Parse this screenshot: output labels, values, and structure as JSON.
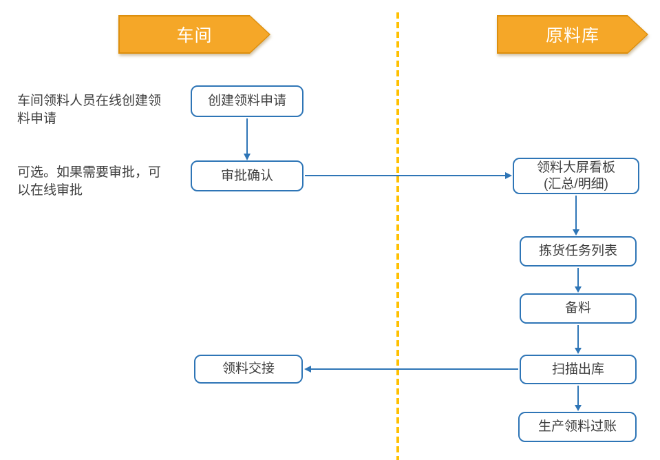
{
  "diagram": {
    "type": "swimlane-flowchart",
    "lanes": {
      "left": {
        "title": "车间"
      },
      "right": {
        "title": "原料库"
      }
    },
    "annotations": {
      "create_note": "车间领料人员在线创建领\n料申请",
      "approval_note": "可选。如果需要审批，可\n以在线审批"
    },
    "nodes": {
      "create_request": "创建领料申请",
      "approval_confirm": "审批确认",
      "material_handover": "领料交接",
      "dashboard": "领料大屏看板\n(汇总/明细)",
      "picking_task_list": "拣货任务列表",
      "material_prep": "备料",
      "scan_outbound": "扫描出库",
      "production_posting": "生产领料过账"
    },
    "connectors": [
      {
        "from": "create_request",
        "to": "approval_confirm"
      },
      {
        "from": "approval_confirm",
        "to": "dashboard"
      },
      {
        "from": "dashboard",
        "to": "picking_task_list"
      },
      {
        "from": "picking_task_list",
        "to": "material_prep"
      },
      {
        "from": "material_prep",
        "to": "scan_outbound"
      },
      {
        "from": "scan_outbound",
        "to": "production_posting"
      },
      {
        "from": "scan_outbound",
        "to": "material_handover"
      }
    ],
    "colors": {
      "lane_header_fill": "#F5A728",
      "lane_header_border": "#DD8F0D",
      "lane_header_text": "#FFFFFF",
      "divider": "#FFC000",
      "node_fill": "#FFFFFF",
      "node_border": "#2E75B6",
      "connector": "#2E75B6",
      "text": "#3F3F3F"
    }
  }
}
